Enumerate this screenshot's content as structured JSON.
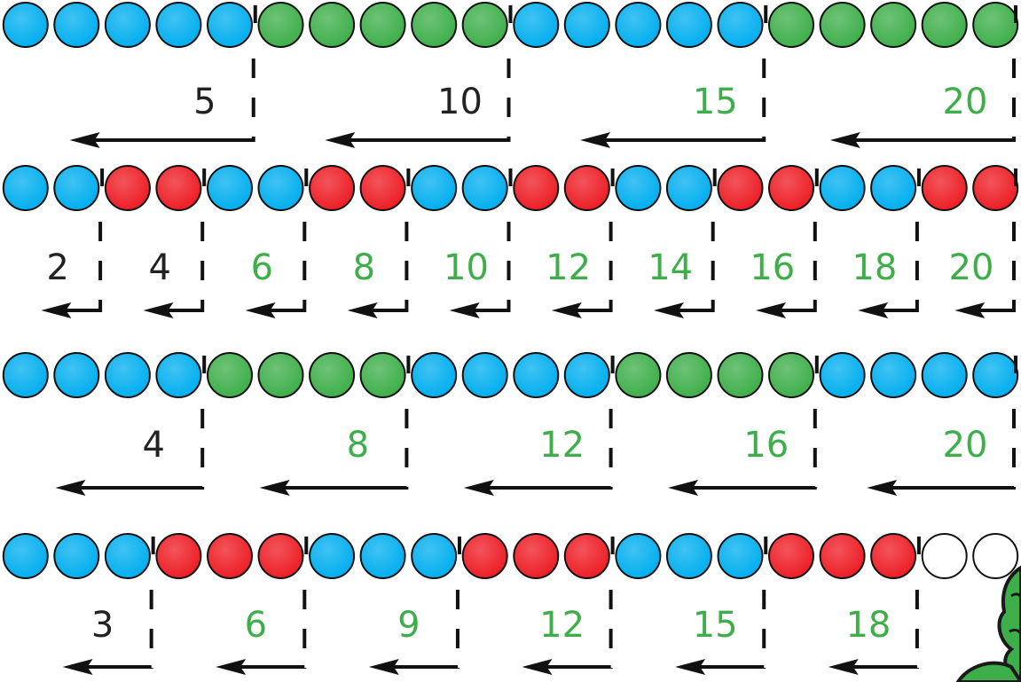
{
  "colors": {
    "blue": "#00AEEF",
    "green": "#3DAE49",
    "red": "#ED1C24",
    "empty": "#FFFFFF",
    "black_label": "#222222",
    "green_label": "#3DAE49"
  },
  "rows": [
    {
      "name": "count-by-5",
      "dots": [
        "blue",
        "blue",
        "blue",
        "blue",
        "blue",
        "green",
        "green",
        "green",
        "green",
        "green",
        "blue",
        "blue",
        "blue",
        "blue",
        "blue",
        "green",
        "green",
        "green",
        "green",
        "green"
      ],
      "group_size": 5,
      "labels": [
        {
          "text": "5",
          "color": "black"
        },
        {
          "text": "10",
          "color": "black"
        },
        {
          "text": "15",
          "color": "green"
        },
        {
          "text": "20",
          "color": "green"
        }
      ]
    },
    {
      "name": "count-by-2",
      "dots": [
        "blue",
        "blue",
        "red",
        "red",
        "blue",
        "blue",
        "red",
        "red",
        "blue",
        "blue",
        "red",
        "red",
        "blue",
        "blue",
        "red",
        "red",
        "blue",
        "blue",
        "red",
        "red"
      ],
      "group_size": 2,
      "labels": [
        {
          "text": "2",
          "color": "black"
        },
        {
          "text": "4",
          "color": "black"
        },
        {
          "text": "6",
          "color": "green"
        },
        {
          "text": "8",
          "color": "green"
        },
        {
          "text": "10",
          "color": "green"
        },
        {
          "text": "12",
          "color": "green"
        },
        {
          "text": "14",
          "color": "green"
        },
        {
          "text": "16",
          "color": "green"
        },
        {
          "text": "18",
          "color": "green"
        },
        {
          "text": "20",
          "color": "green"
        }
      ]
    },
    {
      "name": "count-by-4",
      "dots": [
        "blue",
        "blue",
        "blue",
        "blue",
        "green",
        "green",
        "green",
        "green",
        "blue",
        "blue",
        "blue",
        "blue",
        "green",
        "green",
        "green",
        "green",
        "blue",
        "blue",
        "blue",
        "blue"
      ],
      "group_size": 4,
      "labels": [
        {
          "text": "4",
          "color": "black"
        },
        {
          "text": "8",
          "color": "green"
        },
        {
          "text": "12",
          "color": "green"
        },
        {
          "text": "16",
          "color": "green"
        },
        {
          "text": "20",
          "color": "green"
        }
      ]
    },
    {
      "name": "count-by-3",
      "dots": [
        "blue",
        "blue",
        "blue",
        "red",
        "red",
        "red",
        "blue",
        "blue",
        "blue",
        "red",
        "red",
        "red",
        "blue",
        "blue",
        "blue",
        "red",
        "red",
        "red",
        "empty",
        "empty"
      ],
      "group_size": 3,
      "labels": [
        {
          "text": "3",
          "color": "black"
        },
        {
          "text": "6",
          "color": "green"
        },
        {
          "text": "9",
          "color": "green"
        },
        {
          "text": "12",
          "color": "green"
        },
        {
          "text": "15",
          "color": "green"
        },
        {
          "text": "18",
          "color": "green"
        }
      ]
    }
  ]
}
